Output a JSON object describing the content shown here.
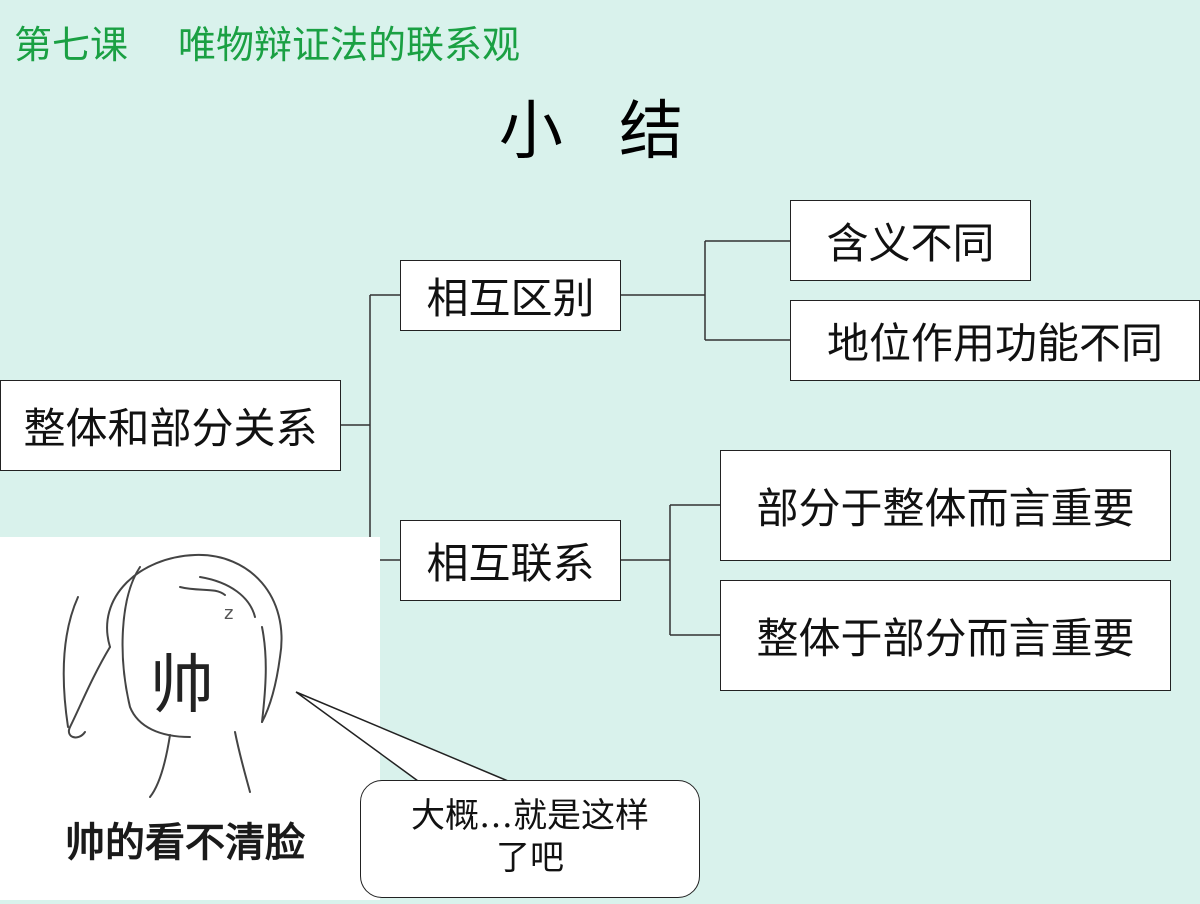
{
  "header": {
    "lesson": "第七课",
    "topic": "唯物辩证法的联系观"
  },
  "title": "小 结",
  "diagram": {
    "root": "整体和部分关系",
    "branches": [
      {
        "label": "相互区别",
        "leaves": [
          "含义不同",
          "地位作用功能不同"
        ]
      },
      {
        "label": "相互联系",
        "leaves": [
          "部分于整体而言重要",
          "整体于部分而言重要"
        ]
      }
    ]
  },
  "cartoon": {
    "face_char": "帅",
    "sleep_mark": "z",
    "caption": "帅的看不清脸",
    "speech_line1": "大概…就是这样",
    "speech_line2": "了吧"
  }
}
